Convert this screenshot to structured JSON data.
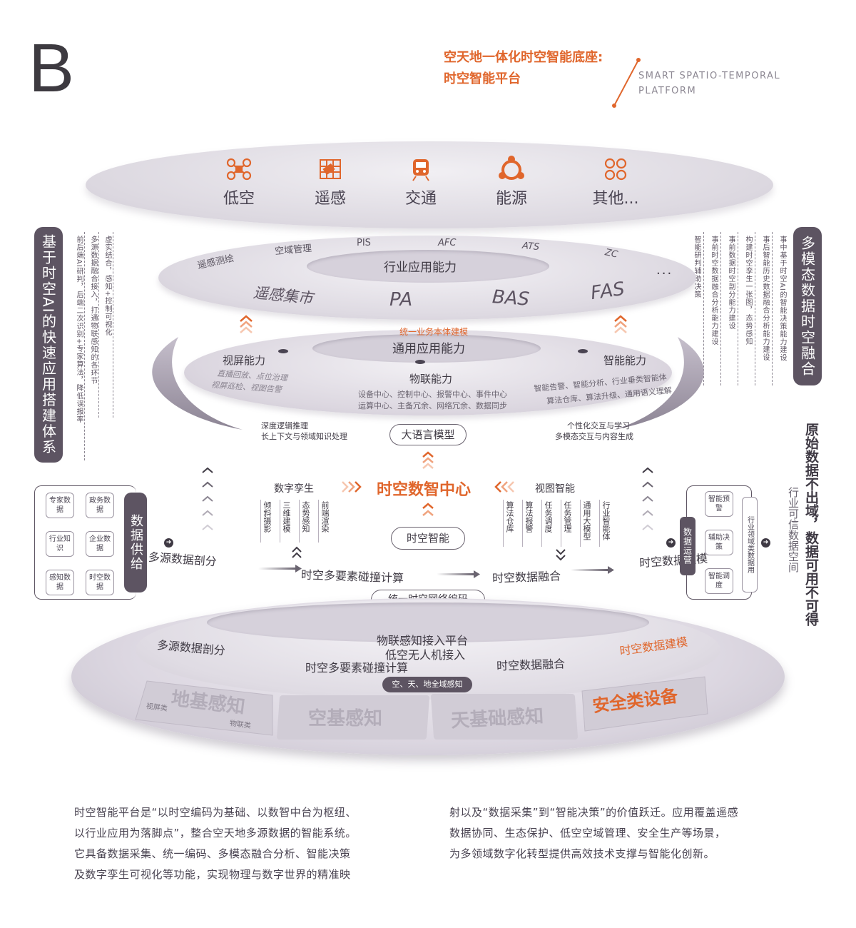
{
  "header": {
    "letter": "B",
    "title_line1": "空天地一体化时空智能底座:",
    "title_line2": "时空智能平台",
    "en_line1": "SMART SPATIO-TEMPORAL",
    "en_line2": "PLATFORM"
  },
  "colors": {
    "accent": "#e0662c",
    "dark": "#5d5462",
    "disc": "#dcd8e0"
  },
  "categories": [
    {
      "label": "低空",
      "icon": "drone-icon"
    },
    {
      "label": "遥感",
      "icon": "satellite-icon"
    },
    {
      "label": "交通",
      "icon": "train-icon"
    },
    {
      "label": "能源",
      "icon": "energy-icon"
    },
    {
      "label": "其他...",
      "icon": "clover-icon"
    }
  ],
  "left_panel": {
    "title": "基于时空AI的快速应用搭建体系",
    "col1": "虚实结合，感知+控制可视化",
    "col2": "多源数据融合接入，打通物联感知的各环节",
    "col3": "前后端AI研判，后端二次识别+专家算法，降低误报率"
  },
  "right_panel": {
    "title": "多模态数据时空融合",
    "col1": "事中基于时空AI的智能决策能力建设",
    "col2": "事后智能历史数据融合分析能力建设",
    "col3": "构建时空孪生一张图，态势感知",
    "col4": "事前数据时空剖分能力建设",
    "col5": "事前时空数据融合分析能力建设",
    "col6": "智能研判辅助决策"
  },
  "industry_layer": {
    "center": "行业应用能力",
    "items": [
      "遥感测绘",
      "空域管理",
      "PIS",
      "AFC",
      "ATS",
      "ZC",
      "..."
    ],
    "big": [
      "遥感集市",
      "PA",
      "BAS",
      "FAS"
    ]
  },
  "general_layer": {
    "top_label": "统一业务本体建模",
    "center": "通用应用能力",
    "left_title": "视屏能力",
    "left_desc1": "直播回放、点位治理",
    "left_desc2": "视屏巡检、视图告警",
    "mid_title": "物联能力",
    "mid_desc1": "设备中心、控制中心、报警中心、事件中心",
    "mid_desc2": "运算中心、主备冗余、网络冗余、数据同步",
    "right_title": "智能能力",
    "right_desc1": "智能告警、智能分析、行业垂类智能体",
    "right_desc2": "算法仓库、算法升级、通用语义理解"
  },
  "llm": {
    "label": "大语言模型",
    "left_note1": "深度逻辑推理",
    "left_note2": "长上下文与领域知识处理",
    "right_note1": "个性化交互与学习",
    "right_note2": "多模态交互与内容生成"
  },
  "center": {
    "title": "时空数智中心",
    "ai_label": "时空智能",
    "twin_title": "数字孪生",
    "twin_items": [
      "倾斜摄影",
      "三维建模",
      "态势感知",
      "前端渲染"
    ],
    "view_title": "视图智能",
    "view_items": [
      "算法仓库",
      "算法报警",
      "任务调度",
      "任务管理",
      "通用大模型",
      "行业智能体"
    ]
  },
  "left_supply": {
    "title": "数据供给",
    "boxes": [
      "专家数据",
      "政务数据",
      "行业知识",
      "企业数据",
      "感知数据",
      "时空数据"
    ]
  },
  "right_ops": {
    "title": "数据运营",
    "boxes": [
      "智能预警",
      "辅助决策",
      "智能调度"
    ],
    "tall": "行业领域类数据用"
  },
  "flow": {
    "multi_split": "多源数据剖分",
    "calc": "时空多要素碰撞计算",
    "fusion": "时空数据融合",
    "modeling": "时空数据建模",
    "encoding": "统一时空网络编码"
  },
  "right_side": {
    "big": "原始数据不出域，数据可用不可得",
    "small": "行业可信数据空间"
  },
  "base": {
    "access1": "物联感知接入平台",
    "access2": "低空无人机接入",
    "multi_split": "多源数据剖分",
    "calc": "时空多要素碰撞计算",
    "fusion": "时空数据融合",
    "modeling": "时空数据建模",
    "sense_pill": "空、天、地全域感知",
    "ground": "地基感知",
    "ground_sub1": "视屏类",
    "ground_sub2": "物联类",
    "air": "空基感知",
    "space": "天基础感知",
    "safety": "安全类设备"
  },
  "description": {
    "left": [
      "时空智能平台是“以时空编码为基础、以数智中台为枢纽、",
      "以行业应用为落脚点”，整合空天地多源数据的智能系统。",
      "它具备数据采集、统一编码、多模态融合分析、智能决策",
      "及数字孪生可视化等功能，实现物理与数字世界的精准映"
    ],
    "right": [
      "射以及“数据采集”到“智能决策”的价值跃迁。应用覆盖遥感",
      "数据协同、生态保护、低空空域管理、安全生产等场景，",
      "为多领域数字化转型提供高效技术支撑与智能化创新。"
    ]
  }
}
